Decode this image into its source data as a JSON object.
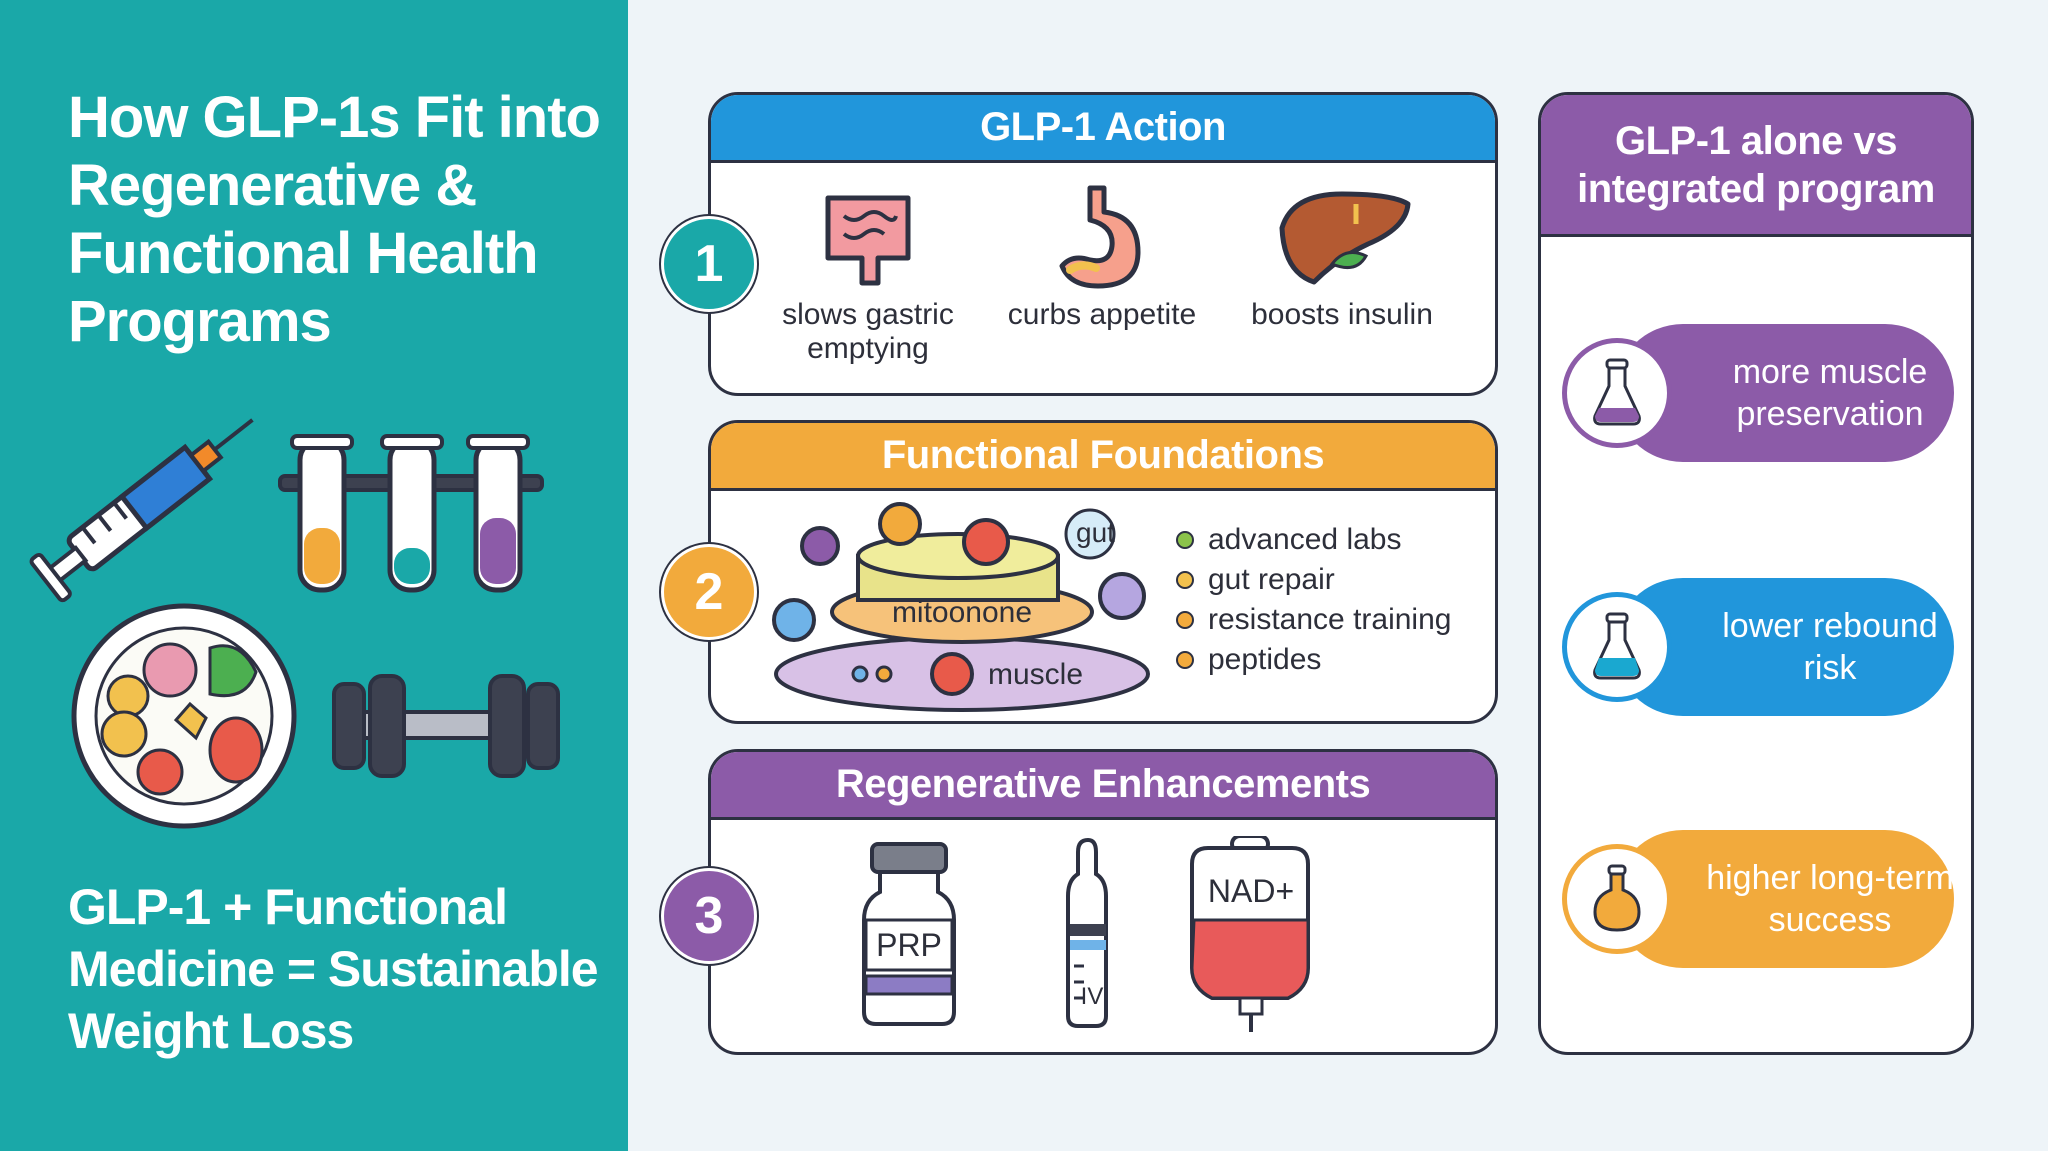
{
  "left": {
    "title": "How GLP-1s Fit into Regenerative & Functional Health Programs",
    "tagline": "GLP-1 + Functional Medicine = Sustainable Weight Loss"
  },
  "action": {
    "number": "1",
    "heading": "GLP-1 Action",
    "items": [
      {
        "label": "slows gastric emptying",
        "icon": "intestine-icon"
      },
      {
        "label": "curbs appetite",
        "icon": "stomach-icon"
      },
      {
        "label": "boosts insulin",
        "icon": "liver-icon"
      }
    ]
  },
  "foundations": {
    "number": "2",
    "heading": "Functional Foundations",
    "diagram_labels": {
      "gut": "gut",
      "mito": "mitoonone",
      "muscle": "muscle"
    },
    "bullets": [
      {
        "label": "advanced labs",
        "color": "#8bc34a"
      },
      {
        "label": "gut repair",
        "color": "#f2c14e"
      },
      {
        "label": "resistance training",
        "color": "#f2aa3c"
      },
      {
        "label": "peptides",
        "color": "#f2aa3c"
      }
    ]
  },
  "regenerative": {
    "number": "3",
    "heading": "Regenerative Enhancements",
    "items": {
      "vial": "PRP",
      "ampoule": "IV",
      "bag": "NAD+"
    }
  },
  "comparison": {
    "heading": "GLP-1 alone vs integrated program",
    "benefits": [
      {
        "label": "more muscle preservation",
        "color": "#8c5ba8"
      },
      {
        "label": "lower rebound risk",
        "color": "#2196db"
      },
      {
        "label": "higher long-term success",
        "color": "#f2aa3c"
      }
    ]
  },
  "colors": {
    "teal": "#1aa8a8",
    "blue": "#2196db",
    "orange": "#f2aa3c",
    "purple": "#8c5ba8"
  }
}
